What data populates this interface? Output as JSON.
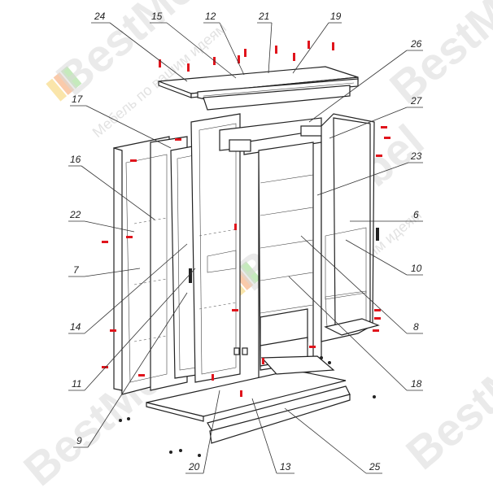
{
  "watermark": {
    "brand": "BestMebel",
    "slogan": "Мебель по вашим идеям",
    "colors": [
      "#f5c542",
      "#f58a42",
      "#7fd06a",
      "#e86a6a"
    ]
  },
  "labels": [
    "24",
    "15",
    "12",
    "21",
    "19",
    "26",
    "27",
    "17",
    "16",
    "23",
    "22",
    "6",
    "7",
    "10",
    "14",
    "8",
    "11",
    "18",
    "9",
    "20",
    "13",
    "25"
  ]
}
